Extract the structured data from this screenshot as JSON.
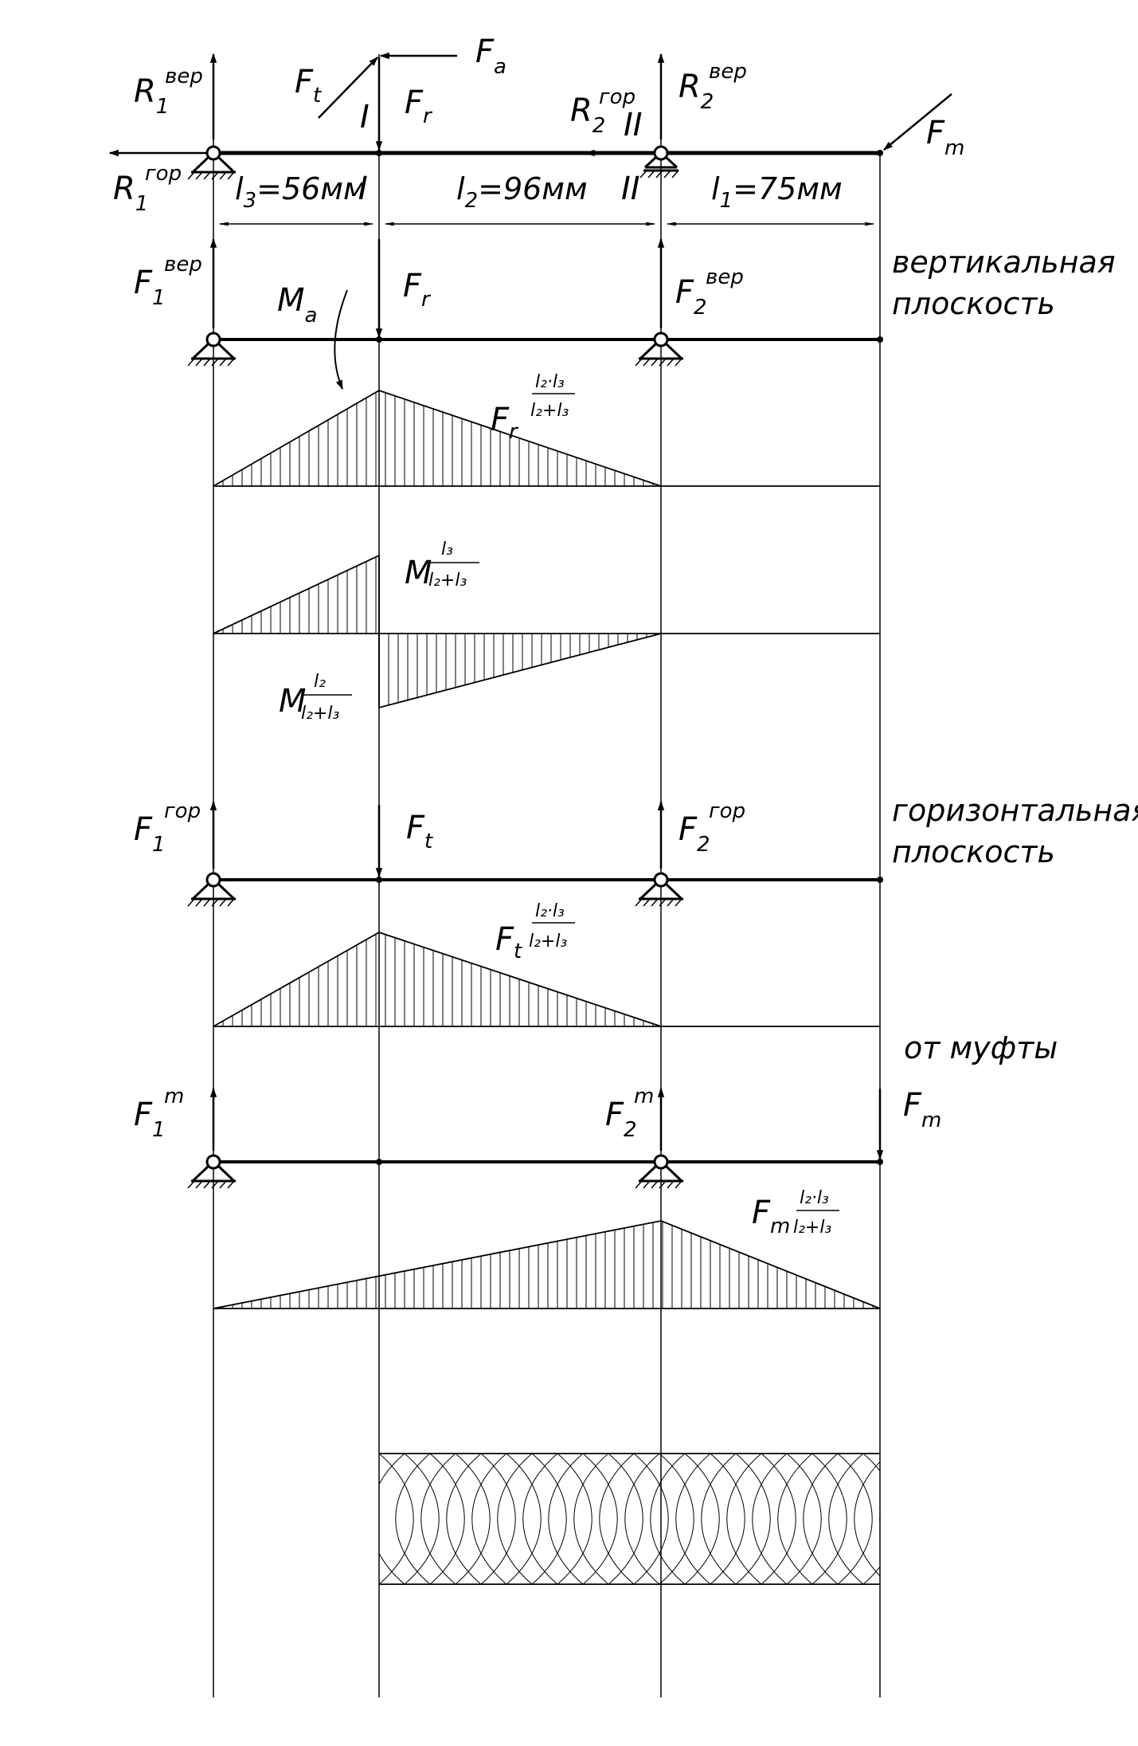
{
  "labels": {
    "R1": "R",
    "R1_sub": "1",
    "R1_sup": "вер",
    "R1h": "R",
    "R1h_sub": "1",
    "R1h_sup": "гор",
    "R2": "R",
    "R2_sub": "2",
    "R2_sup": "гор",
    "R2v": "R",
    "R2v_sub": "2",
    "R2v_sup": "вер",
    "Ft": "F",
    "Ft_sub": "t",
    "Fa": "F",
    "Fa_sub": "a",
    "Fr": "F",
    "Fr_sub": "r",
    "Fm": "F",
    "Fm_sub": "m",
    "sec1": "I",
    "sec2": "II",
    "l3": "l",
    "l3_sub": "3",
    "l3_val": "=56мм",
    "l2": "l",
    "l2_sub": "2",
    "l2_val": "=96мм",
    "l1": "l",
    "l1_sub": "1",
    "l1_val": "=75мм"
  },
  "vertical": {
    "title1": "вертикальная",
    "title2": "плоскость",
    "F1": "F",
    "F1_sub": "1",
    "F1_sup": "вер",
    "F2": "F",
    "F2_sub": "2",
    "F2_sup": "вер",
    "Fr": "F",
    "Fr_sub": "r",
    "Ma": "M",
    "Ma_sub": "a",
    "ep1_main": "F",
    "ep1_sub": "r",
    "ep1_num": "l₂·l₃",
    "ep1_den": "l₂+l₃",
    "ep2_main": "M",
    "ep2_num": "l₃",
    "ep2_den": "l₂+l₃",
    "ep3_main": "M",
    "ep3_num": "l₂",
    "ep3_den": "l₂+l₃"
  },
  "horizontal": {
    "title1": "горизонтальная",
    "title2": "плоскость",
    "F1": "F",
    "F1_sub": "1",
    "F1_sup": "гор",
    "F2": "F",
    "F2_sub": "2",
    "F2_sup": "гор",
    "Ft": "F",
    "Ft_sub": "t",
    "ep_main": "F",
    "ep_sub": "t",
    "ep_num": "l₂·l₃",
    "ep_den": "l₂+l₃"
  },
  "coupling": {
    "title": "от муфты",
    "F1": "F",
    "F1_sub": "1",
    "F1_sup": "m",
    "F2": "F",
    "F2_sub": "2",
    "F2_sup": "m",
    "Fm": "F",
    "Fm_sub": "m",
    "ep_main": "F",
    "ep_sub": "m",
    "ep_num": "l₂·l₃",
    "ep_den": "l₂+l₃"
  }
}
